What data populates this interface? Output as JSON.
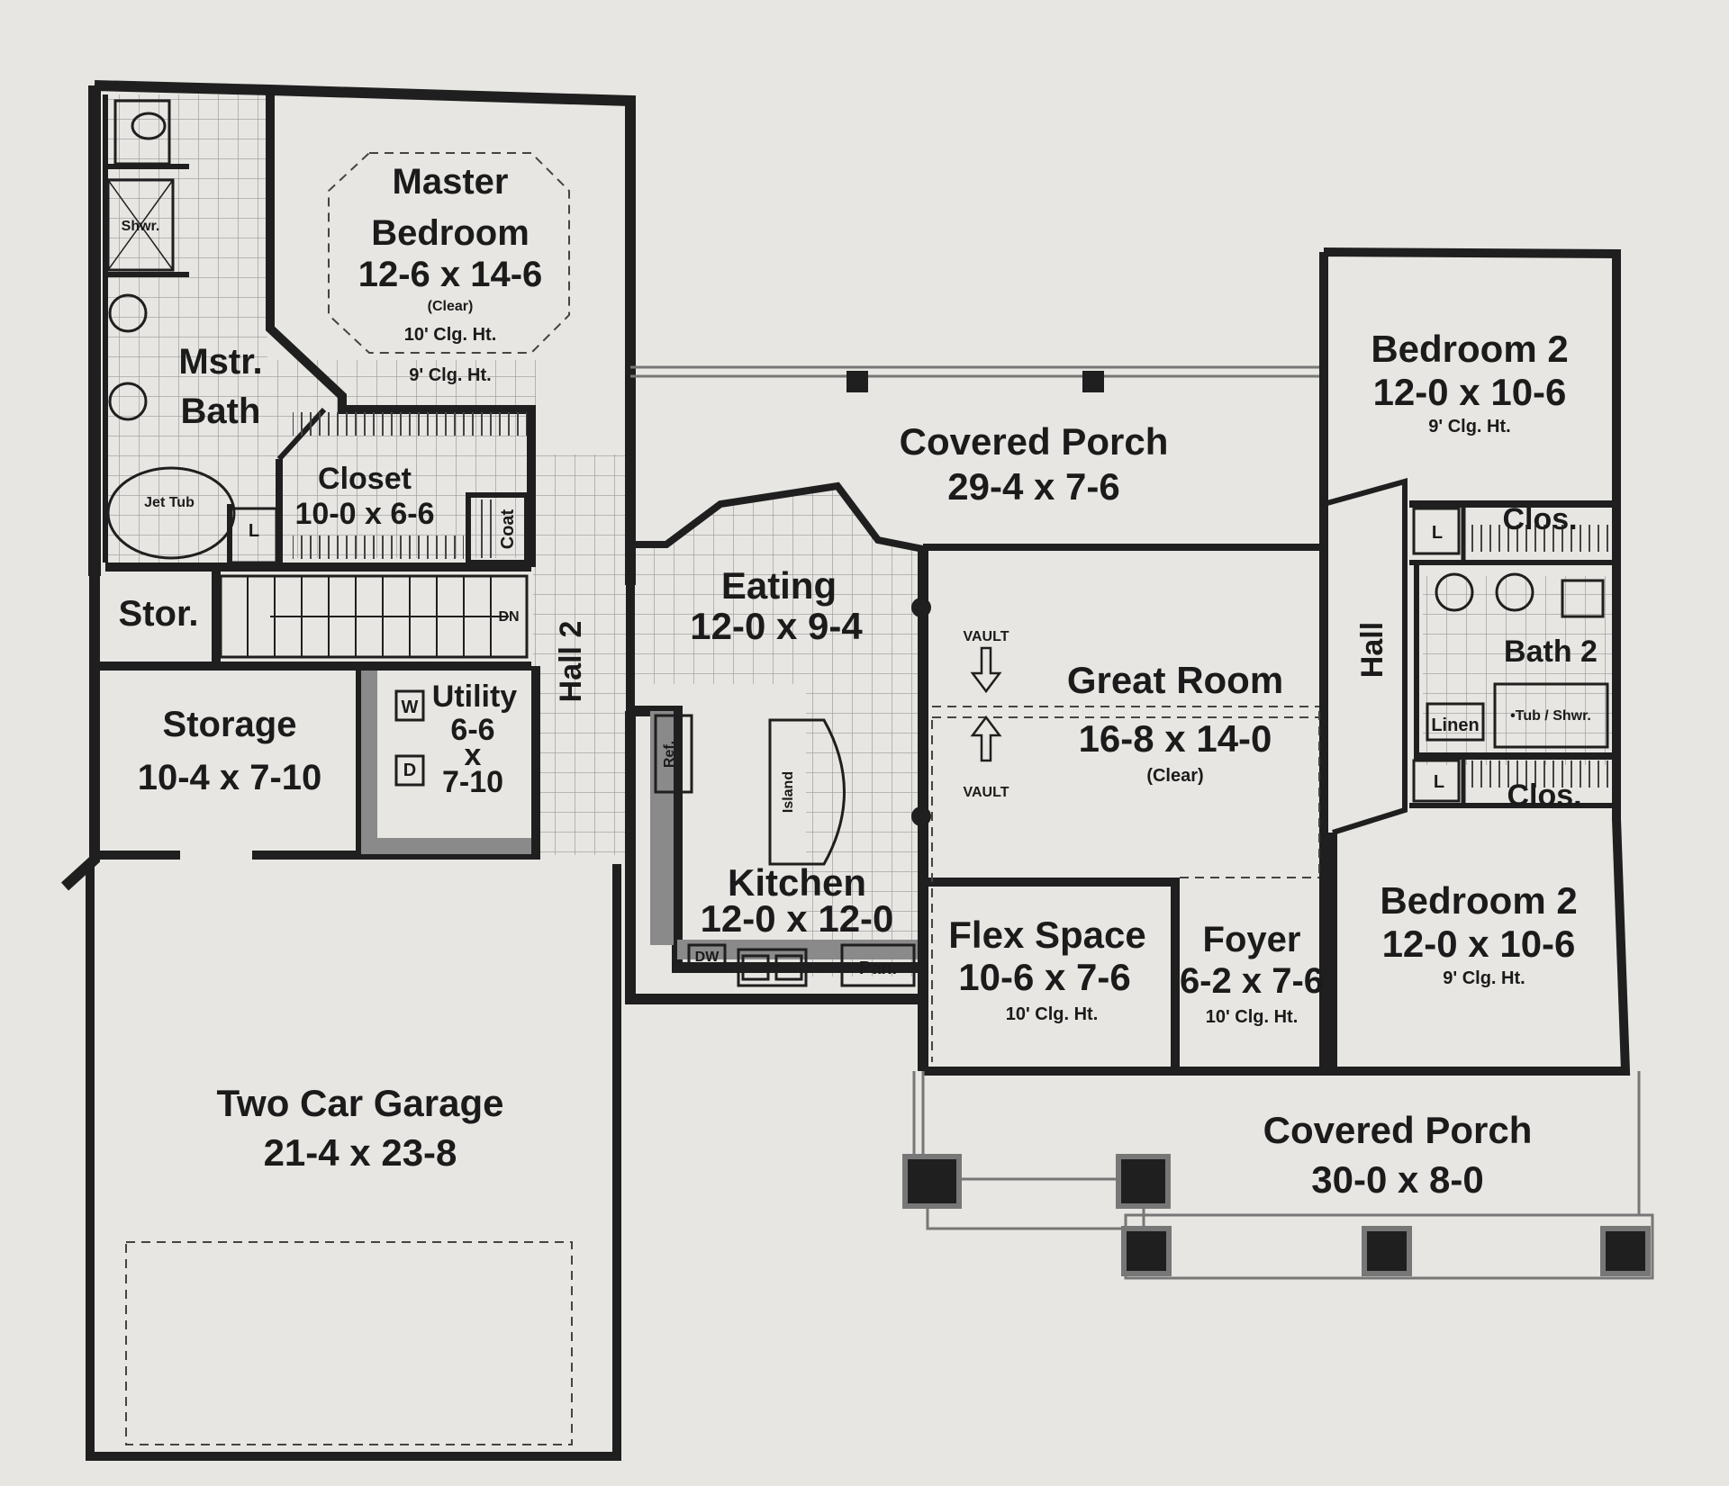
{
  "rooms": {
    "master_bedroom": {
      "line1": "Master",
      "line2": "Bedroom",
      "size": "12-6 x 14-6",
      "note": "(Clear)",
      "ceiling_tray": "10' Clg. Ht.",
      "ceiling": "9' Clg. Ht."
    },
    "master_bath": {
      "line1": "Mstr.",
      "line2": "Bath",
      "shower": "Shwr.",
      "tub": "Jet Tub",
      "linen": "L"
    },
    "closet": {
      "name": "Closet",
      "size": "10-0 x 6-6",
      "coat": "Coat"
    },
    "stor": {
      "name": "Stor.",
      "stair_dn": "DN"
    },
    "storage": {
      "name": "Storage",
      "size": "10-4 x 7-10"
    },
    "utility": {
      "name": "Utility",
      "size_a": "6-6",
      "size_x": "x",
      "size_b": "7-10",
      "washer": "W",
      "dryer": "D"
    },
    "hall2": {
      "name": "Hall 2"
    },
    "covered_porch_rear": {
      "name": "Covered Porch",
      "size": "29-4 x 7-6"
    },
    "eating": {
      "name": "Eating",
      "size": "12-0 x 9-4"
    },
    "kitchen": {
      "name": "Kitchen",
      "size": "12-0 x 12-0",
      "island": "Island",
      "ref": "Ref.",
      "dw": "DW",
      "pantry": "Pan."
    },
    "great_room": {
      "name": "Great Room",
      "size": "16-8 x 14-0",
      "note": "(Clear)",
      "vault_top": "VAULT",
      "vault_bottom": "VAULT"
    },
    "hall": {
      "name": "Hall"
    },
    "bedroom2_upper": {
      "name": "Bedroom 2",
      "size": "12-0 x 10-6",
      "ceiling": "9' Clg. Ht."
    },
    "closet_upper": {
      "name": "Clos.",
      "linen": "L"
    },
    "bath2": {
      "name": "Bath 2",
      "linen_closet": "Linen",
      "tub": "•Tub / Shwr."
    },
    "closet_lower": {
      "name": "Clos.",
      "linen": "L"
    },
    "bedroom2_lower": {
      "name": "Bedroom 2",
      "size": "12-0 x 10-6",
      "ceiling": "9' Clg. Ht."
    },
    "flex_space": {
      "name": "Flex Space",
      "size": "10-6 x 7-6",
      "ceiling": "10' Clg. Ht."
    },
    "foyer": {
      "name": "Foyer",
      "size": "6-2 x 7-6",
      "ceiling": "10' Clg. Ht."
    },
    "covered_porch_front": {
      "name": "Covered Porch",
      "size": "30-0 x 8-0"
    },
    "garage": {
      "name": "Two Car Garage",
      "size": "21-4 x 23-8"
    }
  },
  "colors": {
    "wall": "#1f1f1f",
    "paper": "#e7e6e2",
    "tile": "#9a9a9a",
    "counter": "#8a8a8a"
  }
}
